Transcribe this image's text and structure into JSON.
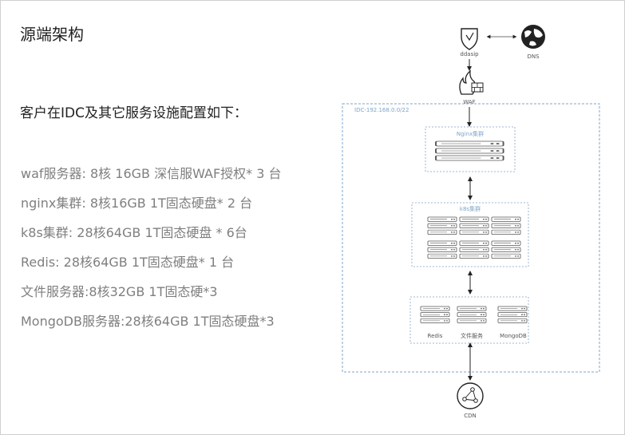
{
  "slide": {
    "title": "源端架构",
    "intro": "客户在IDC及其它服务设施配置如下：",
    "specs": [
      " waf服务器:  8核 16GB 深信服WAF授权* 3 台",
      "nginx集群:  8核16GB 1T固态硬盘* 2 台",
      "k8s集群: 28核64GB 1T固态硬盘 * 6台",
      "Redis: 28核64GB 1T固态硬盘* 1 台",
      "文件服务器:8核32GB 1T固态硬*3",
      "MongoDB服务器:28核64GB 1T固态硬盘*3"
    ]
  },
  "diagram": {
    "ddos_label": "ddasip",
    "dns_label": "DNS",
    "waf_label": "WAF",
    "idc_label": "IDC-192.168.0.0/22",
    "nginx_label": "Nginx集群",
    "k8s_label": "k8s集群",
    "redis_label": "Redis",
    "file_label": "文件服务",
    "mongo_label": "MongoDB",
    "cdn_label": "CDN",
    "colors": {
      "dash": "#7fa4c8",
      "line": "#222222",
      "server": "#555555"
    }
  }
}
